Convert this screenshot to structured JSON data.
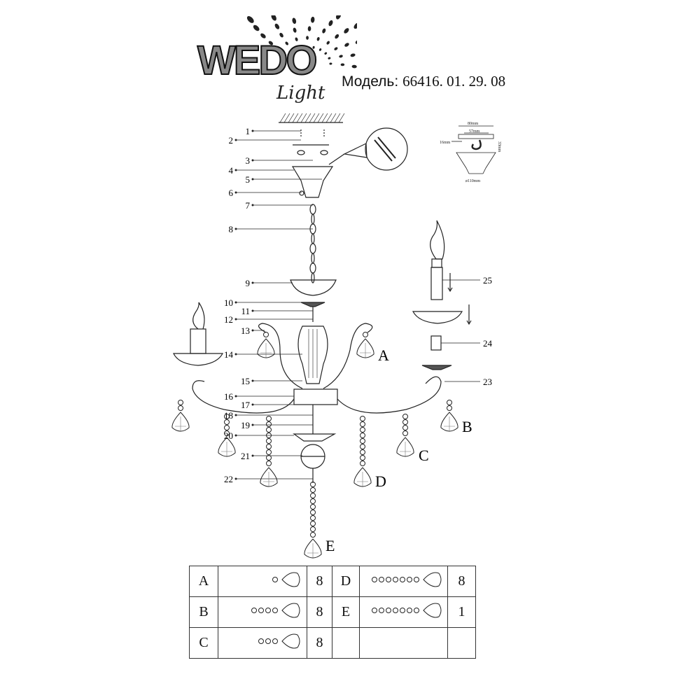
{
  "brand": {
    "name": "WEDO",
    "sub": "Light"
  },
  "model": {
    "label": "Модель:",
    "number": "66416. 01. 29. 08"
  },
  "callouts": [
    "1",
    "2",
    "3",
    "4",
    "5",
    "6",
    "7",
    "8",
    "9",
    "10",
    "11",
    "12",
    "13",
    "14",
    "15",
    "16",
    "17",
    "18",
    "19",
    "20",
    "21",
    "22",
    "23",
    "24",
    "25"
  ],
  "crystal_letters": [
    "A",
    "B",
    "C",
    "D",
    "E"
  ],
  "mount_dimensions": {
    "width_outer": "80mm",
    "width_inner": "57mm",
    "hook_offset": "16mm",
    "height": "33mm",
    "canopy_diameter": "ø110mm"
  },
  "parts_table": [
    [
      {
        "letter": "A",
        "count": "8",
        "beads": 1
      },
      {
        "letter": "D",
        "count": "8",
        "beads": 7
      }
    ],
    [
      {
        "letter": "B",
        "count": "8",
        "beads": 4
      },
      {
        "letter": "E",
        "count": "1",
        "beads": 7
      }
    ],
    [
      {
        "letter": "C",
        "count": "8",
        "beads": 3
      },
      null
    ]
  ]
}
